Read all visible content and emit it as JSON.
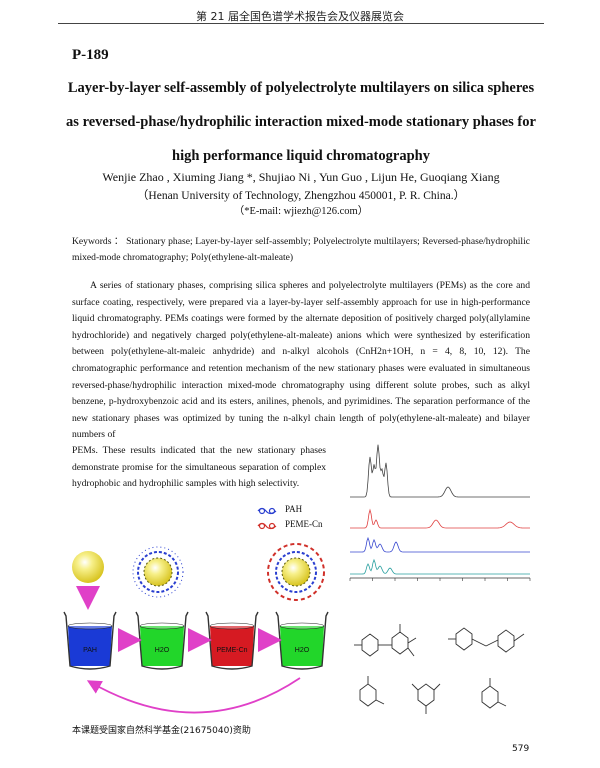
{
  "header": {
    "running_title": "第 21 届全国色谱学术报告会及仪器展览会"
  },
  "paper": {
    "id": "P-189",
    "title_lines": [
      "Layer-by-layer self-assembly of polyelectrolyte multilayers on silica spheres",
      "as reversed-phase/hydrophilic interaction mixed-mode stationary phases for",
      "high performance liquid chromatography"
    ],
    "authors": "Wenjie Zhao , Xiuming Jiang *, Shujiao Ni , Yun Guo , Lijun He, Guoqiang Xiang",
    "affiliation": "（Henan University of Technology, Zhengzhou 450001, P. R. China.）",
    "email": "（*E-mail: wjiezh@126.com）",
    "keywords_label": "Keywords  ：",
    "keywords": "Stationary phase; Layer-by-layer self-assembly; Polyelectrolyte multilayers; Reversed-phase/hydrophilic mixed-mode chromatography; Poly(ethylene-alt-maleate)",
    "abstract_part1": "A series of stationary phases, comprising silica spheres and polyelectrolyte multilayers (PEMs) as the core and surface coating, respectively, were prepared via a layer-by-layer self-assembly approach for use in high-performance liquid chromatography. PEMs coatings were formed by the alternate deposition of positively charged poly(allylamine hydrochloride) and negatively charged poly(ethylene-alt-maleate) anions which were synthesized by esterification between poly(ethylene-alt-maleic anhydride) and n-alkyl alcohols (CnH2n+1OH, n = 4, 8, 10, 12). The chromatographic performance and retention mechanism of the new stationary phases were evaluated in simultaneous reversed-phase/hydrophilic interaction mixed-mode chromatography using different solute probes, such as alkyl benzene, p-hydroxybenzoic acid and its esters, anilines, phenols, and pyrimidines. The separation performance of the new stationary phases was optimized by tuning the n-alkyl chain length of poly(ethylene-alt-maleate) and bilayer numbers of",
    "abstract_part2": "PEMs. These results indicated that the new stationary phases demonstrate promise for the simultaneous separation of complex hydrophobic and hydrophilic samples with high selectivity.",
    "funding": "本课题受国家自然科学基金(21675040)资助",
    "page_number": "579"
  },
  "figure": {
    "legend": [
      {
        "label": "PAH",
        "color": "#2a3fd0"
      },
      {
        "label": "PEME-Cn",
        "color": "#d0302a"
      }
    ],
    "beakers": [
      {
        "label": "PAH",
        "fill": "#1a3ad6"
      },
      {
        "label": "H2O",
        "fill": "#22d62a"
      },
      {
        "label": "PEME-Cn",
        "fill": "#d61a22"
      },
      {
        "label": "H2O",
        "fill": "#22d62a"
      }
    ],
    "sphere_color": "#f2ea5a",
    "arrow_color": "#e040c8",
    "chromatogram_colors": [
      "#444444",
      "#e04040",
      "#3a4ad0",
      "#2aa0a0"
    ]
  }
}
